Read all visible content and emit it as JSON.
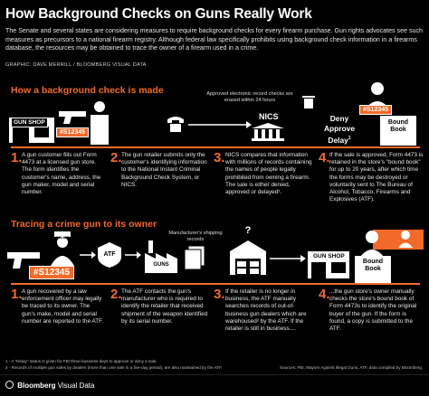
{
  "header": {
    "title": "How Background Checks on Guns Really Work",
    "intro": "The Senate and several states are considering measures to require background checks for every firearm purchase. Gun rights advocates see such measures as precursors to a national firearm registry. Although federal law specifically prohibits using background check information in a firearms database, the resources may be obtained to trace the owner of a firearm used in a crime.",
    "credit": "GRAPHIC: DAVE MERRILL / BLOOMBERG VISUAL DATA"
  },
  "section1": {
    "title": "How a background check is made",
    "labels": {
      "gun_shop": "GUN SHOP",
      "tag": "#S12345",
      "nics": "NICS",
      "decision": [
        "Deny",
        "Approve",
        "Delay"
      ],
      "decision_footnote": "1",
      "erased": "Approved electronic record checks are erased within 24 hours",
      "bound_book": [
        "Bound",
        "Book"
      ]
    },
    "steps": [
      {
        "num": "1.",
        "text": "A gun customer fills out Form 4473 at a licensed gun store. The form identifies the customer's name, address, the gun maker, model and serial number."
      },
      {
        "num": "2.",
        "text": "The gun retailer submits only the customer's identifying information to the National Instant Criminal Background Check System, or NICS."
      },
      {
        "num": "3.",
        "text": "NICS compares that information with millions of records containing the names of people legally prohibited from owning a firearm. The sale is either denied, approved or delayed¹."
      },
      {
        "num": "4.",
        "text": "If the sale is approved, Form 4473 is retained in the store's \"bound book\" for up to 20 years, after which time the forms may be destroyed or voluntarily sent to The Bureau of Alcohol, Tobacco, Firearms and Explosives (ATF)."
      }
    ]
  },
  "section2": {
    "title": "Tracing a crime gun to its owner",
    "labels": {
      "tag": "#S12345",
      "police": "POLICE",
      "atf": "ATF",
      "guns": "GUNS",
      "manufacturer": "Manufacturer's shipping records",
      "gun_shop": "GUN SHOP",
      "bound_book": [
        "Bound",
        "Book"
      ]
    },
    "steps": [
      {
        "num": "1.",
        "text": "A gun recovered by a law enforcement officer may legally be traced to its owner. The gun's make, model and serial number are reported to the ATF."
      },
      {
        "num": "2.",
        "text": "The ATF contacts the gun's manufacturer who is required to identify the retailer that received shipment of the weapon identified by its serial number."
      },
      {
        "num": "3.",
        "text": "If the retailer is no longer in business, the ATF manually searches records of out-of-business gun dealers which are warehoused² by the ATF. If the retailer is still in business...."
      },
      {
        "num": "4.",
        "text": "...the gun store's owner manually checks the store's bound book of Form 4473s to identify the original buyer of the gun. If the form is found, a copy is submitted to the ATF."
      }
    ]
  },
  "footer": {
    "footnote1": "1 - A \"Delay\" status is given for FBI three-business days to approve or deny a sale.",
    "footnote2": "2 - Records of multiple gun sales by dealers (more than one sale in a five-day period), are also maintained by the ATF.",
    "sources": "Sources: FBI, Mayors Against Illegal Guns, ATF, data compiled by Bloomberg",
    "brand": "Bloomberg",
    "brand_suffix": "Visual Data"
  },
  "colors": {
    "accent": "#f26a2a",
    "background": "#000000",
    "text": "#ffffff"
  }
}
